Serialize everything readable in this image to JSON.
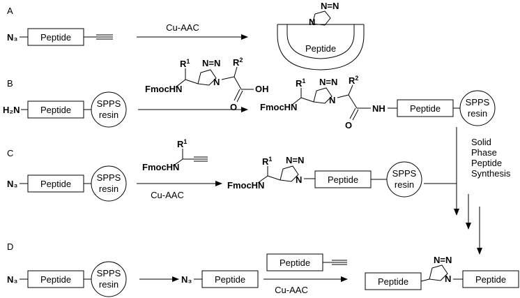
{
  "figure": {
    "rows": {
      "a": {
        "letter": "A",
        "azide": "N₃",
        "peptide": "Peptide",
        "reagent": "Cu-AAC",
        "product_peptide": "Peptide"
      },
      "b": {
        "letter": "B",
        "amine": "H₂N",
        "peptide": "Peptide",
        "resin_line1": "SPPS",
        "resin_line2": "resin",
        "fmoc": "FmocHN",
        "r1": "R",
        "r1_sup": "1",
        "r2": "R",
        "r2_sup": "2",
        "oh": "OH",
        "o": "O",
        "nh": "NH",
        "n": "N"
      },
      "b_product": {
        "fmoc": "FmocHN",
        "r1": "R",
        "r1_sup": "1",
        "r2": "R",
        "r2_sup": "2",
        "n": "N",
        "o": "O",
        "nh": "NH",
        "peptide": "Peptide",
        "resin_line1": "SPPS",
        "resin_line2": "resin"
      },
      "c": {
        "letter": "C",
        "azide": "N₃",
        "peptide": "Peptide",
        "resin_line1": "SPPS",
        "resin_line2": "resin",
        "fmoc": "FmocHN",
        "r1": "R",
        "r1_sup": "1",
        "reagent": "Cu-AAC"
      },
      "c_product": {
        "fmoc": "FmocHN",
        "r1": "R",
        "r1_sup": "1",
        "n": "N",
        "peptide": "Peptide",
        "resin_line1": "SPPS",
        "resin_line2": "resin"
      },
      "d": {
        "letter": "D",
        "azide": "N₃",
        "peptide": "Peptide",
        "resin_line1": "SPPS",
        "resin_line2": "resin",
        "mid_azide": "N₃",
        "mid_peptide": "Peptide",
        "alkyne_peptide": "Peptide",
        "reagent": "Cu-AAC",
        "product_left": "Peptide",
        "product_right": "Peptide",
        "n": "N"
      },
      "spps_label": [
        "Solid",
        "Phase",
        "Peptide",
        "Synthesis"
      ]
    }
  }
}
